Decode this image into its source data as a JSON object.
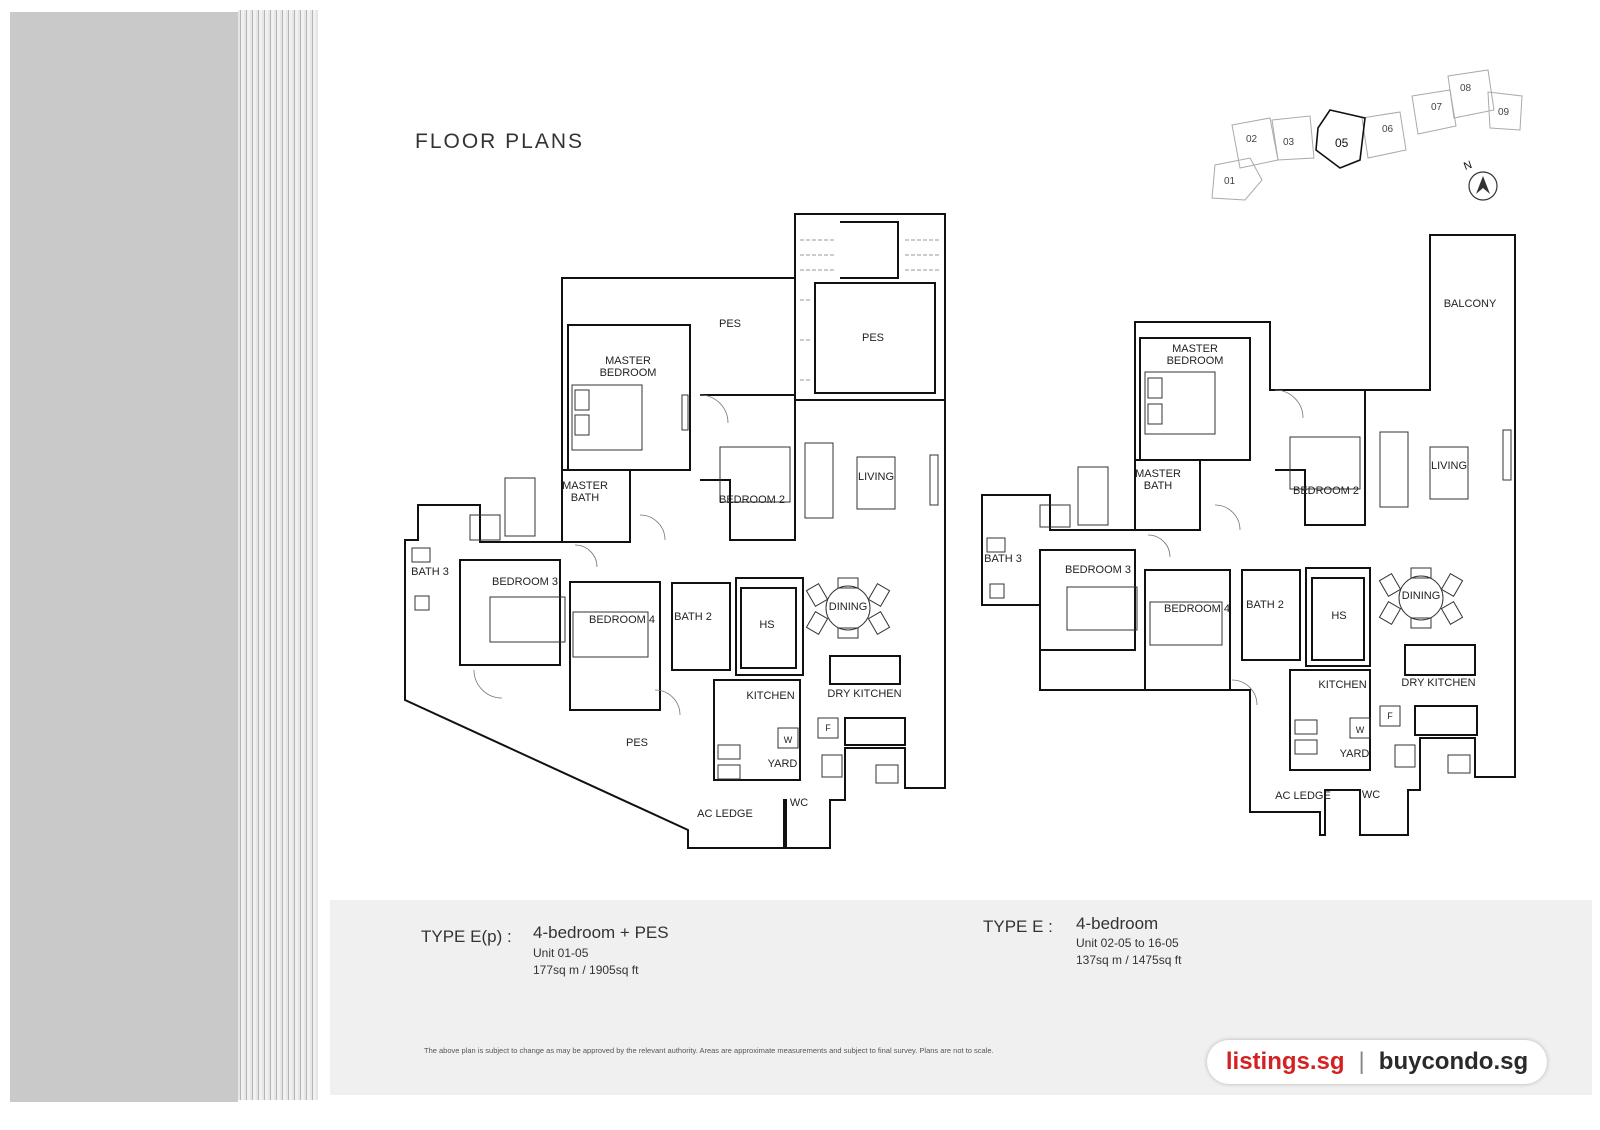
{
  "heading": "FLOOR PLANS",
  "keyplan": {
    "units": [
      "01",
      "02",
      "03",
      "05",
      "06",
      "07",
      "08",
      "09"
    ],
    "north": "N"
  },
  "plan_left": {
    "rooms": {
      "pes_top": "PES",
      "pes_pool": "PES",
      "master_bedroom": "MASTER\nBEDROOM",
      "master_bath": "MASTER\nBATH",
      "bedroom2": "BEDROOM 2",
      "living": "LIVING",
      "bath3": "BATH 3",
      "bedroom3": "BEDROOM 3",
      "bedroom4": "BEDROOM 4",
      "bath2": "BATH 2",
      "hs": "HS",
      "dining": "DINING",
      "kitchen": "KITCHEN",
      "dry_kitchen": "DRY KITCHEN",
      "pes_bottom": "PES",
      "yard": "YARD",
      "wc": "WC",
      "ac_ledge": "AC LEDGE",
      "w": "W",
      "f": "F"
    }
  },
  "plan_right": {
    "rooms": {
      "balcony": "BALCONY",
      "master_bedroom": "MASTER\nBEDROOM",
      "master_bath": "MASTER\nBATH",
      "bedroom2": "BEDROOM 2",
      "living": "LIVING",
      "bath3": "BATH 3",
      "bedroom3": "BEDROOM 3",
      "bedroom4": "BEDROOM 4",
      "bath2": "BATH 2",
      "hs": "HS",
      "dining": "DINING",
      "kitchen": "KITCHEN",
      "dry_kitchen": "DRY KITCHEN",
      "yard": "YARD",
      "ac_ledge": "AC LEDGE",
      "wc": "WC",
      "w": "W",
      "f": "F"
    }
  },
  "types": [
    {
      "label": "TYPE E(p) :",
      "desc": "4-bedroom + PES",
      "unit": "Unit 01-05",
      "area": "177sq m / 1905sq ft"
    },
    {
      "label": "TYPE E :",
      "desc": "4-bedroom",
      "unit": "Unit 02-05 to 16-05",
      "area": "137sq m / 1475sq ft"
    }
  ],
  "disclaimer": "The above plan is subject to change as may be approved by the relevant authority. Areas are approximate measurements and subject to final survey. Plans are not to scale.",
  "watermark": {
    "left": "listings.sg",
    "separator": "|",
    "right": "buycondo.sg"
  }
}
